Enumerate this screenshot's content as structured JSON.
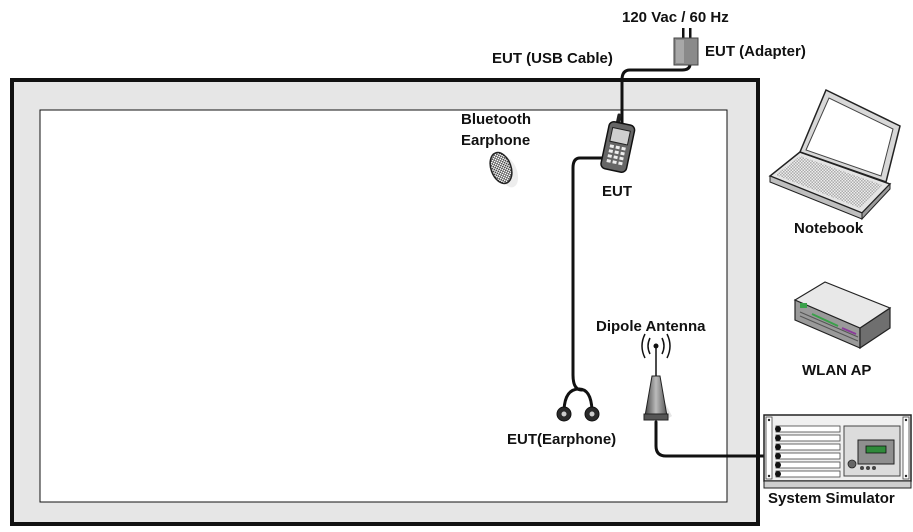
{
  "labels": {
    "power": "120 Vac / 60 Hz",
    "adapter": "EUT (Adapter)",
    "usb_cable": "EUT (USB Cable)",
    "bluetooth_line1": "Bluetooth",
    "bluetooth_line2": "Earphone",
    "eut": "EUT",
    "notebook": "Notebook",
    "dipole_antenna": "Dipole Antenna",
    "wlan_ap": "WLAN AP",
    "earphone": "EUT(Earphone)",
    "system_simulator": "System Simulator"
  },
  "icons": {
    "adapter": "power-adapter-icon",
    "phone": "mobile-phone-icon",
    "bluetooth": "bluetooth-earphone-icon",
    "notebook": "notebook-laptop-icon",
    "router": "wlan-router-icon",
    "antenna": "dipole-antenna-icon",
    "earphone": "wired-earphone-icon",
    "simulator": "system-simulator-rack-icon"
  },
  "colors": {
    "chamber_fill": "#e6e6e6",
    "chamber_border": "#111111",
    "cable": "#111111"
  }
}
